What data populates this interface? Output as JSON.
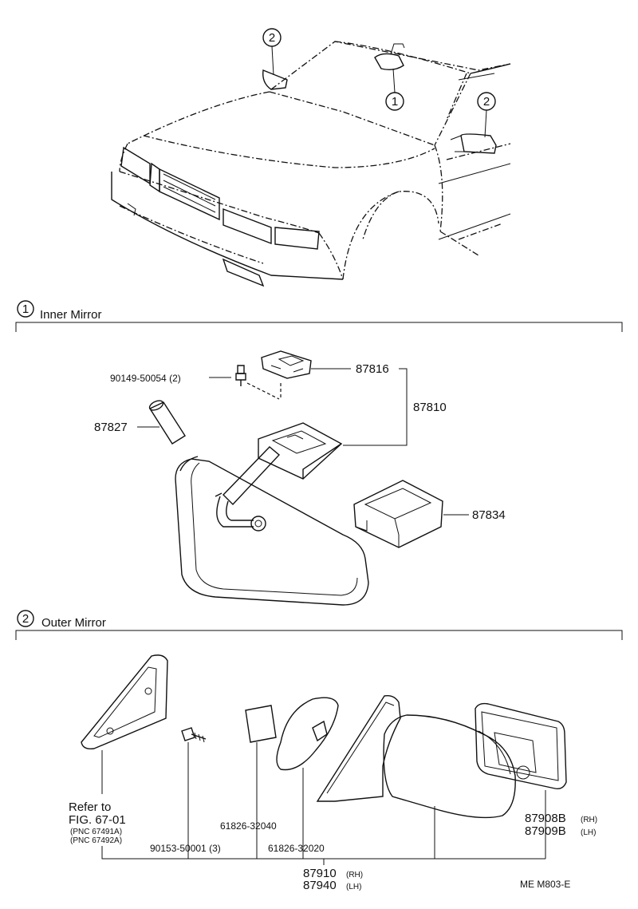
{
  "callouts": {
    "one": "1",
    "two": "2"
  },
  "inner_section": {
    "title": "Inner Mirror"
  },
  "outer_section": {
    "title": "Outer Mirror"
  },
  "inner_parts": {
    "bolt": "90149-50054 (2)",
    "bracket": "87816",
    "assembly": "87810",
    "cover_cap": "87827",
    "cover": "87834"
  },
  "outer_parts": {
    "refer_line1": "Refer to",
    "refer_line2": "FIG. 67-01",
    "pnc1": "(PNC 67491A)",
    "pnc2": "(PNC 67492A)",
    "screw": "90153-50001 (3)",
    "seal_a": "61826-32040",
    "seal_b": "61826-32020",
    "mirror_rh": "87910",
    "mirror_rh_side": "(RH)",
    "mirror_lh": "87940",
    "mirror_lh_side": "(LH)",
    "glass_rh": "87908B",
    "glass_rh_side": "(RH)",
    "glass_lh": "87909B",
    "glass_lh_side": "(LH)"
  },
  "footer": {
    "code": "ME  M803-E"
  }
}
